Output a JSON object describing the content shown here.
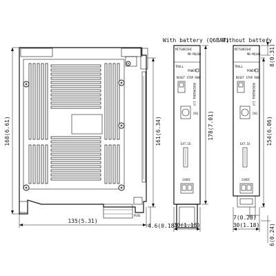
{
  "labels": {
    "with_battery": "With battery (Q6BAT)",
    "without_battery": "Without battery"
  },
  "dimensions": {
    "height_main": "168(6.61)",
    "width_main": "135(5.31)",
    "offset_4_6": "4.6(0.18)",
    "height_161": "161(6.34)",
    "height_178": "178(7.01)",
    "width_with": "30(1.18)",
    "height_154": "154(6.06)",
    "top_8": "8(0.31)",
    "width_7": "7(0.28)",
    "width_without": "30(1.18)",
    "bottom_6": "6(0.24)"
  },
  "module_text": {
    "brand": "MITSUBISHI",
    "model": "MR-MQ100",
    "status": "TRALL",
    "power": "POWER",
    "buttons": "RESET STOP RUN",
    "peripheral": "PERIPHERAL I/F",
    "cn1": "CN1",
    "ext": "EXT.IO",
    "io": "24VDC",
    "puse": "PUSE"
  }
}
